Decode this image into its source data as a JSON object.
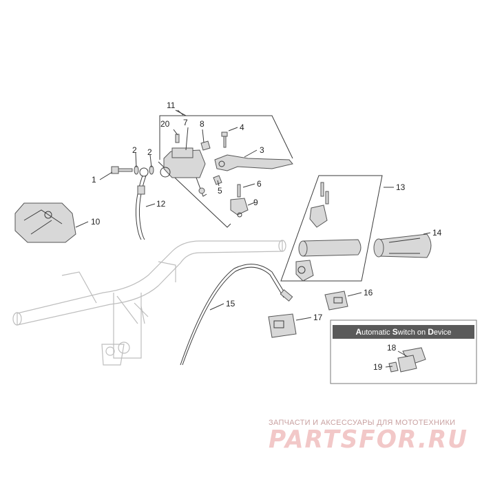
{
  "callouts": [
    "1",
    "2",
    "2",
    "3",
    "4",
    "5",
    "6",
    "7",
    "8",
    "9",
    "10",
    "11",
    "12",
    "13",
    "14",
    "15",
    "16",
    "17",
    "18",
    "19",
    "20"
  ],
  "inset_box": {
    "title_parts": [
      {
        "cap": "A",
        "rest": "utomatic "
      },
      {
        "cap": "S",
        "rest": "witch on "
      },
      {
        "cap": "D",
        "rest": "evice"
      }
    ]
  },
  "watermark": {
    "line1": "ЗАПЧАСТИ И АКСЕССУАРЫ ДЛЯ МОТОТЕХНИКИ",
    "logo": "PARTSFOR.RU"
  },
  "colors": {
    "inset_title_bg": "#5a5a5a",
    "watermark_text": "#c8a0a0",
    "watermark_logo": "#f2c8c8"
  }
}
